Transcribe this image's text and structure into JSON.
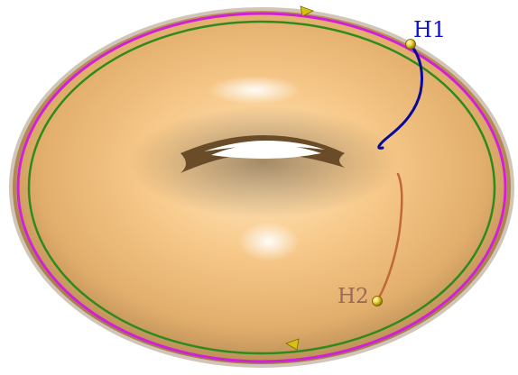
{
  "labels": {
    "h1": "H1",
    "h2": "H2"
  },
  "colors": {
    "surface": "#f7c98a",
    "surface_shadow": "#8a6a40",
    "outer_curve": "#d020d8",
    "orbit_curve": "#2f8a1e",
    "h1_curve": "#0a0a9a",
    "h1_label": "#1010d0",
    "h2_curve": "#c06838",
    "h2_label": "#9a6a58",
    "marker": "#e8d020",
    "arrow": "#d8c010"
  },
  "icons": {
    "h1_point": "yellow-sphere-marker",
    "h2_point": "yellow-sphere-marker",
    "orbit_direction": "triangle-arrow-icon"
  }
}
